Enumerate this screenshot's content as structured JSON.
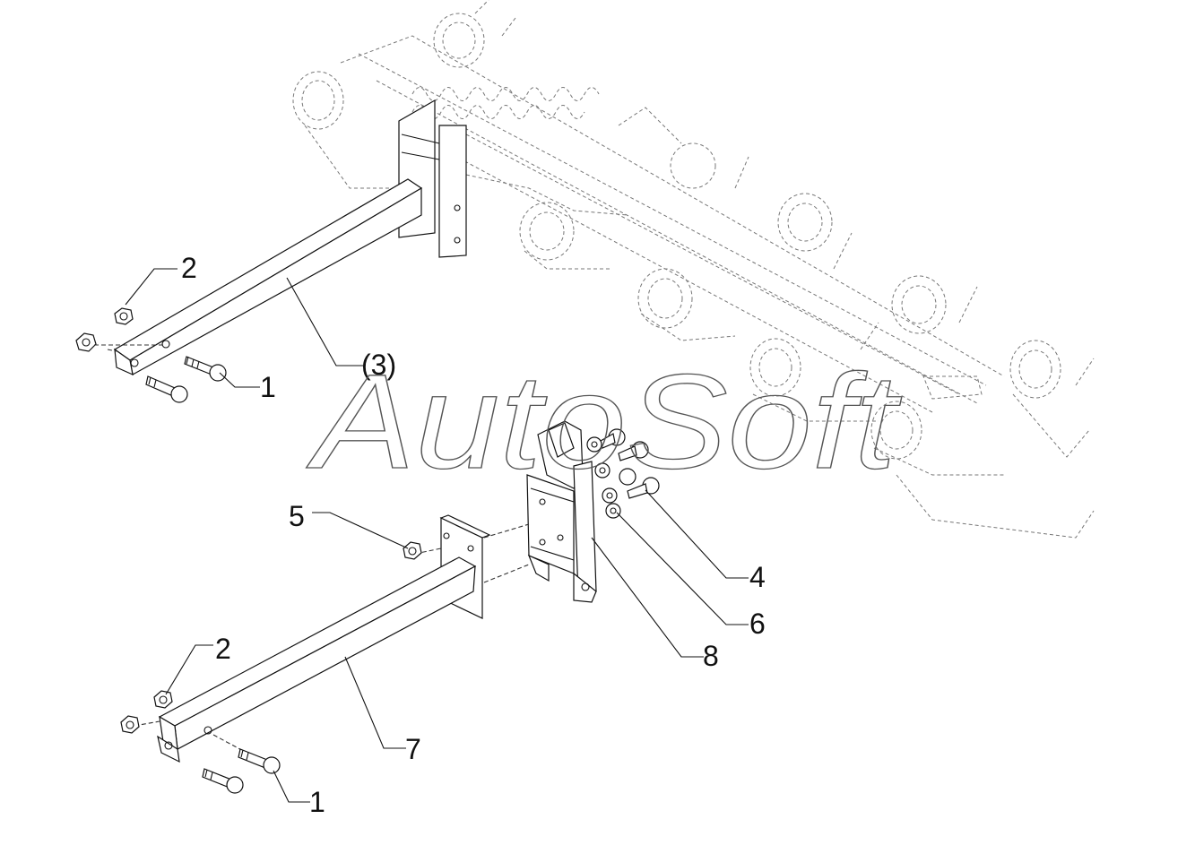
{
  "watermark": "AutoSoft",
  "callouts": {
    "c1_top": "1",
    "c2_top": "2",
    "c3": "(3)",
    "c4": "4",
    "c5": "5",
    "c6": "6",
    "c7": "7",
    "c8": "8",
    "c2_bottom": "2",
    "c1_bottom": "1"
  }
}
